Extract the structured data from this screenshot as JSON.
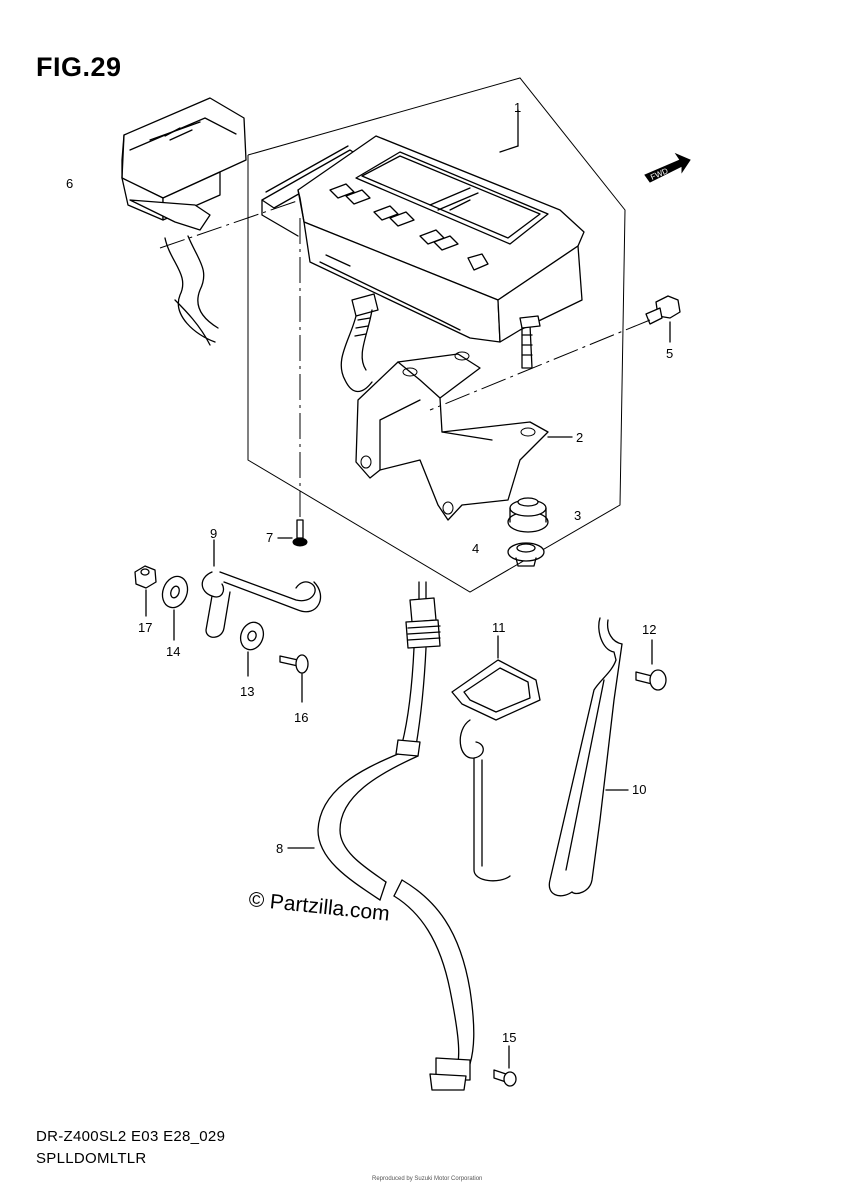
{
  "figure_title": "FIG.29",
  "footer": {
    "model_code": "DR-Z400SL2 E03 E28_029",
    "section_name": "SPLLDOMLTLR"
  },
  "watermark": "© Partzilla.com",
  "copyright_small": "Reproduced by Suzuki Motor Corporation",
  "fwd_label": "FWD",
  "callouts": {
    "c1": "1",
    "c2": "2",
    "c3": "3",
    "c4": "4",
    "c5": "5",
    "c6": "6",
    "c7": "7",
    "c8": "8",
    "c9": "9",
    "c10": "10",
    "c11": "11",
    "c12": "12",
    "c13": "13",
    "c14": "14",
    "c15": "15",
    "c16": "16",
    "c17": "17"
  }
}
